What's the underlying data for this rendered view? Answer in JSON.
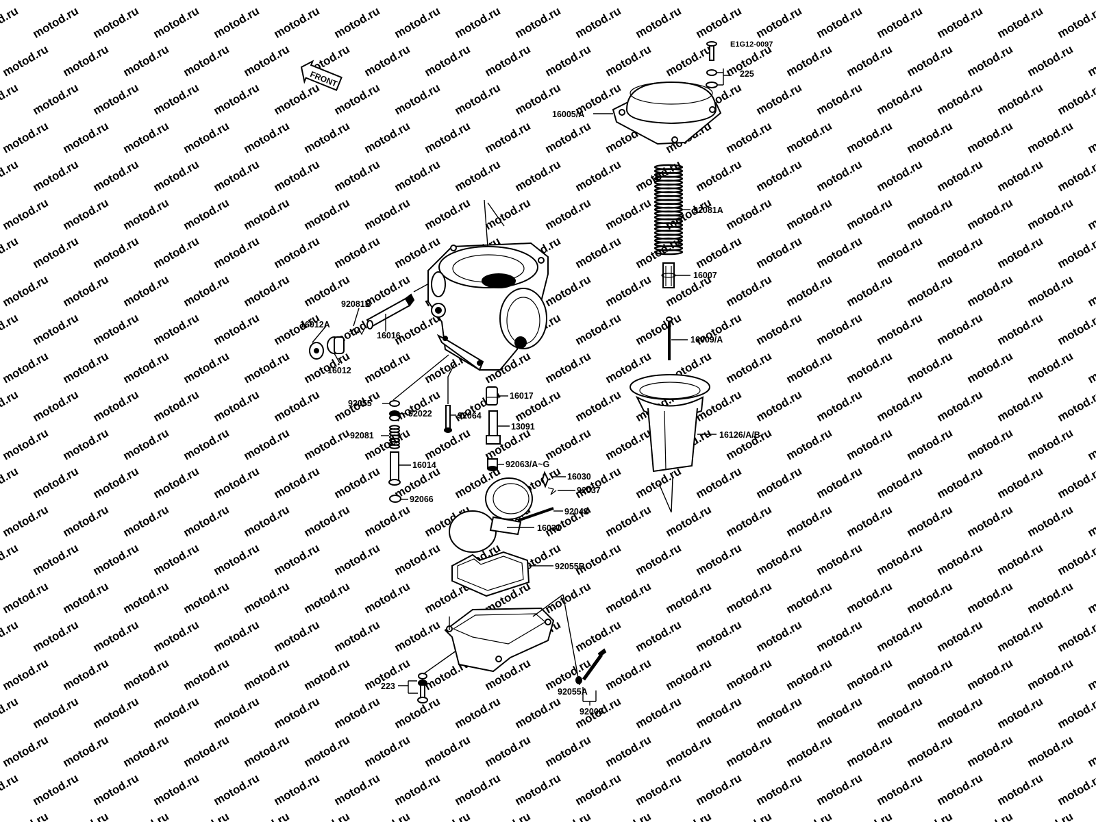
{
  "diagram": {
    "code": "E1G12-0097",
    "front_marker": "FRONT",
    "watermark": "motod.ru",
    "parts": [
      {
        "id": "p225",
        "label": "225"
      },
      {
        "id": "p16005A",
        "label": "16005/A"
      },
      {
        "id": "p92081A",
        "label": "92081A"
      },
      {
        "id": "p16007",
        "label": "16007"
      },
      {
        "id": "p16009A",
        "label": "16009/A"
      },
      {
        "id": "p16126AB",
        "label": "16126/A/B"
      },
      {
        "id": "p92081B",
        "label": "92081B"
      },
      {
        "id": "p16012A",
        "label": "16012A"
      },
      {
        "id": "p16016",
        "label": "16016"
      },
      {
        "id": "p16012",
        "label": "16012"
      },
      {
        "id": "p92055",
        "label": "92055"
      },
      {
        "id": "p92022",
        "label": "92022"
      },
      {
        "id": "p92064",
        "label": "92064"
      },
      {
        "id": "p16017",
        "label": "16017"
      },
      {
        "id": "p13091",
        "label": "13091"
      },
      {
        "id": "p92081",
        "label": "92081"
      },
      {
        "id": "p16014",
        "label": "16014"
      },
      {
        "id": "p92063",
        "label": "92063/A~G"
      },
      {
        "id": "p16030",
        "label": "16030"
      },
      {
        "id": "p92037",
        "label": "92037"
      },
      {
        "id": "p92066",
        "label": "92066"
      },
      {
        "id": "p92043",
        "label": "92043"
      },
      {
        "id": "p16031",
        "label": "16031"
      },
      {
        "id": "p92055B",
        "label": "92055B"
      },
      {
        "id": "p223",
        "label": "223"
      },
      {
        "id": "p92055A",
        "label": "92055A"
      },
      {
        "id": "p92009",
        "label": "92009"
      }
    ]
  }
}
